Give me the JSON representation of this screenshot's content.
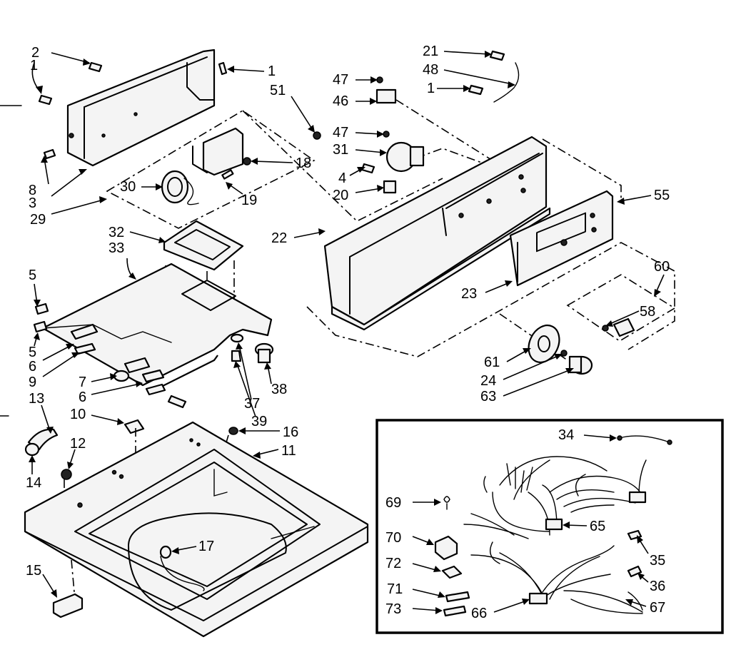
{
  "diagram": {
    "callouts": {
      "c2": "2",
      "c1a": "1",
      "c1b": "1",
      "c51": "51",
      "c8": "8",
      "c3": "3",
      "c29": "29",
      "c30": "30",
      "c19": "19",
      "c18": "18",
      "c47a": "47",
      "c46": "46",
      "c47b": "47",
      "c31": "31",
      "c4": "4",
      "c20": "20",
      "c21": "21",
      "c48": "48",
      "c1c": "1",
      "c55": "55",
      "c22": "22",
      "c32": "32",
      "c33": "33",
      "c5a": "5",
      "c5b": "5",
      "c6a": "6",
      "c9": "9",
      "c7": "7",
      "c6b": "6",
      "c13": "13",
      "c10": "10",
      "c38": "38",
      "c37": "37",
      "c39": "39",
      "c16": "16",
      "c11": "11",
      "c12": "12",
      "c14": "14",
      "c17": "17",
      "c15": "15",
      "c23": "23",
      "c60": "60",
      "c58": "58",
      "c61": "61",
      "c24": "24",
      "c63": "63",
      "c34": "34",
      "c69": "69",
      "c65": "65",
      "c70": "70",
      "c35": "35",
      "c72": "72",
      "c71": "71",
      "c36": "36",
      "c73": "73",
      "c66": "66",
      "c67": "67"
    }
  }
}
